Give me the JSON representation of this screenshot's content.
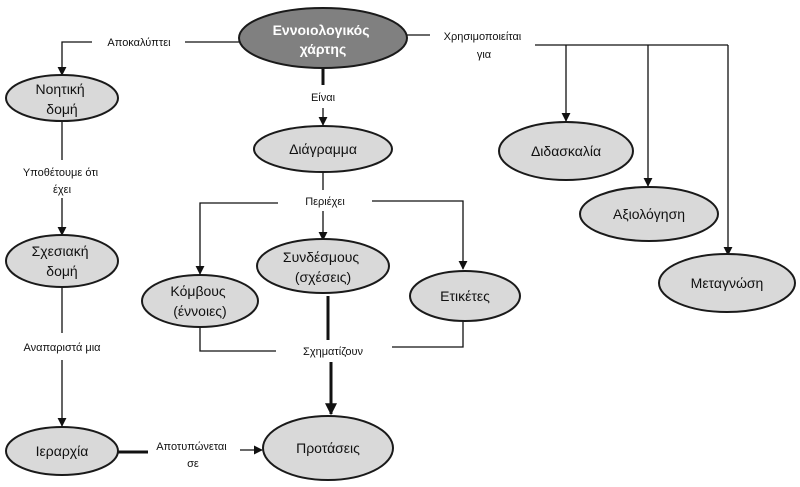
{
  "colors": {
    "root_fill": "#808080",
    "node_fill": "#d9d9d9",
    "stroke": "#1a1a1a",
    "line": "#111111"
  },
  "nodes": {
    "root": [
      "Εννοιολογικός",
      "χάρτης"
    ],
    "noetiki_domi": [
      "Νοητική",
      "δομή"
    ],
    "sxesiaki_domi": [
      "Σχεσιακή",
      "δομή"
    ],
    "ierarxia": [
      "Ιεραρχία"
    ],
    "diagramma": [
      "Διάγραμμα"
    ],
    "komvous": [
      "Κόμβους",
      "(έννοιες)"
    ],
    "syndesmous": [
      "Συνδέσμους",
      "(σχέσεις)"
    ],
    "etiketes": [
      "Ετικέτες"
    ],
    "protaseis": [
      "Προτάσεις"
    ],
    "didaskalia": [
      "Διδασκαλία"
    ],
    "axiologisi": [
      "Αξιολόγηση"
    ],
    "metagnosi": [
      "Μεταγνώση"
    ]
  },
  "links": {
    "apokalyptei": [
      "Αποκαλύπτει"
    ],
    "xrisimopoieitai": [
      "Χρησιμοποιείται",
      "για"
    ],
    "einai": [
      "Είναι"
    ],
    "ypothetoume": [
      "Υποθέτουμε ότι",
      "έχει"
    ],
    "periexei": [
      "Περιέχει"
    ],
    "anaparista": [
      "Αναπαριστά μια"
    ],
    "sxematizoun": [
      "Σχηματίζουν"
    ],
    "apotyponetai": [
      "Αποτυπώνεται",
      "σε"
    ]
  }
}
